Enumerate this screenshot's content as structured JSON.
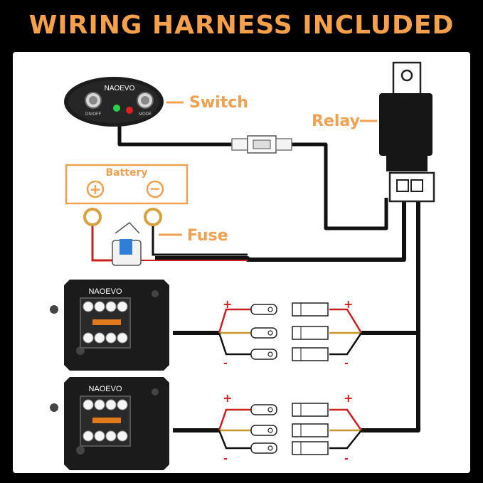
{
  "title": "WIRING HARNESS INCLUDED",
  "switch": {
    "brand": "NAOEVO",
    "left_label": "ON/OFF",
    "right_label": "MODE"
  },
  "labels": {
    "switch": "Switch",
    "relay": "Relay",
    "battery": "Battery",
    "fuse": "Fuse"
  },
  "battery": {
    "positive": "+",
    "negative": "−"
  },
  "light": {
    "brand": "NAOEVO"
  },
  "polarity": {
    "positive": "+",
    "negative": "-"
  },
  "colors": {
    "accent": "#f5a04a",
    "label": "#f0a050",
    "wire": "#111111",
    "wire_red": "#cc1f1f",
    "led_green": "#2bd14a",
    "led_red": "#e0201c"
  }
}
